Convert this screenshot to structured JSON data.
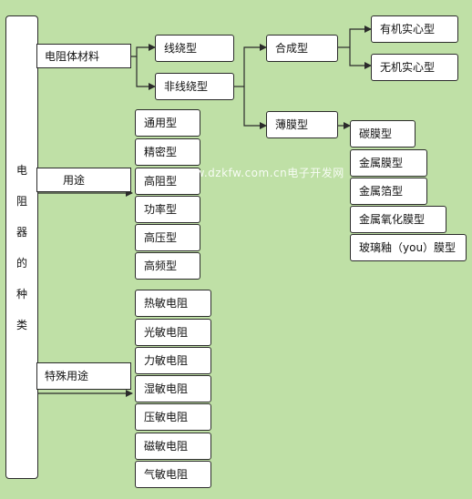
{
  "root": {
    "chars": [
      "电",
      "阻",
      "器",
      "的",
      "种",
      "类"
    ]
  },
  "categories": {
    "material": "电阻体材料",
    "usage": "用途",
    "special": "特殊用途"
  },
  "material": {
    "wirewound": "线绕型",
    "non_wirewound": "非线绕型",
    "composite": "合成型",
    "film": "薄膜型",
    "organic_solid": "有机实心型",
    "inorganic_solid": "无机实心型",
    "film_types": [
      "碳膜型",
      "金属膜型",
      "金属箔型",
      "金属氧化膜型",
      "玻璃釉（you）膜型"
    ]
  },
  "usage": {
    "items": [
      "通用型",
      "精密型",
      "高阻型",
      "功率型",
      "高压型",
      "高频型"
    ]
  },
  "special": {
    "items": [
      "热敏电阻",
      "光敏电阻",
      "力敏电阻",
      "湿敏电阻",
      "压敏电阻",
      "磁敏电阻",
      "气敏电阻"
    ]
  },
  "watermark": "www.dzkfw.com.cn电子开发网",
  "colors": {
    "background": "#bfe0a6",
    "box": "#ffffff",
    "line": "#2b2b2b"
  }
}
